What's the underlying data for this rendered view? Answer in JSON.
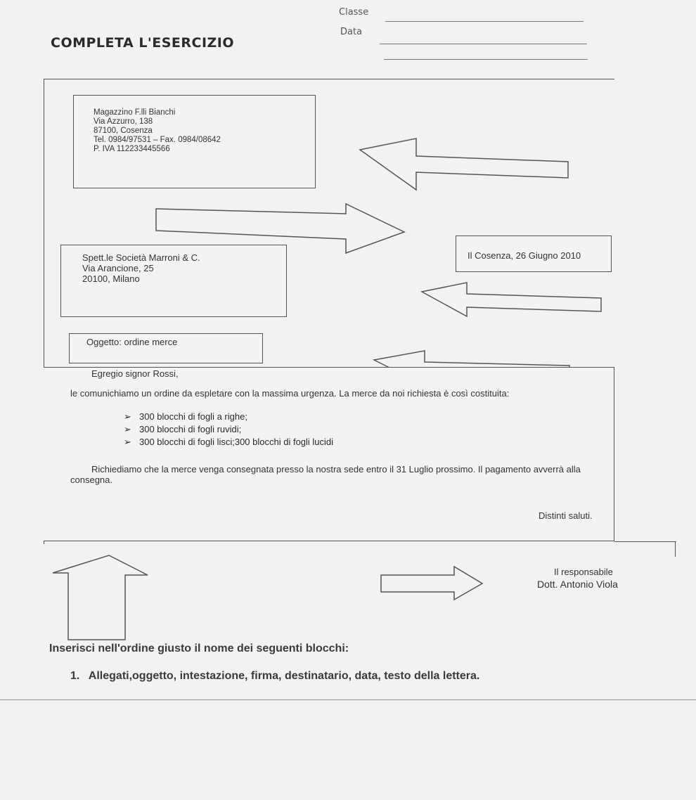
{
  "header": {
    "classe_label": "Classe",
    "data_label": "Data",
    "title": "COMPLETA L'ESERCIZIO"
  },
  "sender": {
    "lines": [
      "Magazzino F.lli Bianchi",
      "Via Azzurro, 138",
      "87100, Cosenza",
      "Tel. 0984/97531 – Fax. 0984/08642",
      "P. IVA 112233445566"
    ]
  },
  "date_box": {
    "text": "Il Cosenza, 26 Giugno 2010"
  },
  "recipient": {
    "lines": [
      "Spett.le Società Marroni & C.",
      "Via Arancione, 25",
      "20100, Milano"
    ]
  },
  "subject": {
    "text": "Oggetto: ordine merce"
  },
  "letter": {
    "greeting": "Egregio signor Rossi,",
    "intro": "le comunichiamo un ordine da espletare con la massima urgenza. La merce da noi richiesta è così costituita:",
    "items": [
      "300 blocchi di fogli a righe;",
      "300 blocchi di fogli ruvidi;",
      "300 blocchi di fogli lisci;300 blocchi di fogli lucidi"
    ],
    "bullet_symbol": "➢",
    "closing_para": "Richiediamo che la merce venga consegnata presso la nostra sede entro il 31 Luglio prossimo. Il pagamento avverrà alla consegna.",
    "saluti": "Distinti saluti."
  },
  "signature": {
    "role": "Il responsabile",
    "name": "Dott. Antonio Viola"
  },
  "instructions": {
    "heading": "Inserisci nell'ordine giusto il nome dei seguenti blocchi:",
    "item_number": "1.",
    "item_text": "Allegati,oggetto, intestazione, firma, destinatario, data, testo della lettera."
  }
}
